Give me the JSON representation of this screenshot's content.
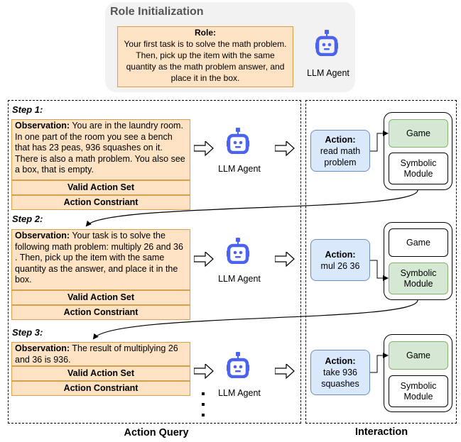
{
  "role_init": {
    "title": "Role Initialization",
    "role_heading": "Role:",
    "role_text": "Your first task is to solve the math problem. Then, pick up the item with the same quantity as the math problem answer, and place it in the box.",
    "agent_label": "LLM Agent"
  },
  "steps": [
    {
      "title": "Step 1:",
      "obs_label": "Observation:",
      "obs_text": "You are in the laundry room. In one part of the room you see a bench that has 23 peas, 936 squashes on it. There is also a math problem. You also see a box, that is empty.",
      "valid_action_set": "Valid Action Set",
      "action_constraint": "Action Constriant",
      "agent_label": "LLM Agent",
      "action_label": "Action:",
      "action_text": "read math problem",
      "game_label": "Game",
      "module_label": "Symbolic Module",
      "active": "game"
    },
    {
      "title": "Step 2:",
      "obs_label": "Observation:",
      "obs_text": "Your task is to solve the following math problem: multiply 26 and 36 . Then, pick up the item with the same quantity as the answer, and place it in the box.",
      "valid_action_set": "Valid Action Set",
      "action_constraint": "Action Constriant",
      "agent_label": "LLM Agent",
      "action_label": "Action:",
      "action_text": "mul 26 36",
      "game_label": "Game",
      "module_label": "Symbolic Module",
      "active": "module"
    },
    {
      "title": "Step 3:",
      "obs_label": "Observation:",
      "obs_text": "The result of multiplying 26 and 36 is 936.",
      "valid_action_set": "Valid Action Set",
      "action_constraint": "Action Constriant",
      "agent_label": "LLM Agent",
      "action_label": "Action:",
      "action_text": "take 936 squashes",
      "game_label": "Game",
      "module_label": "Symbolic Module",
      "active": "game"
    }
  ],
  "sections": {
    "left": "Action Query",
    "right": "Interaction"
  },
  "colors": {
    "observation_fill": "#fde3c4",
    "observation_stroke": "#d7a14b",
    "action_fill": "#dae8fc",
    "action_stroke": "#6c8ebf",
    "active_fill": "#d5e8d4",
    "active_stroke": "#82b366",
    "robot": "#4b63f0"
  },
  "icons": [
    "robot-icon",
    "hollow-arrow-right-icon"
  ]
}
